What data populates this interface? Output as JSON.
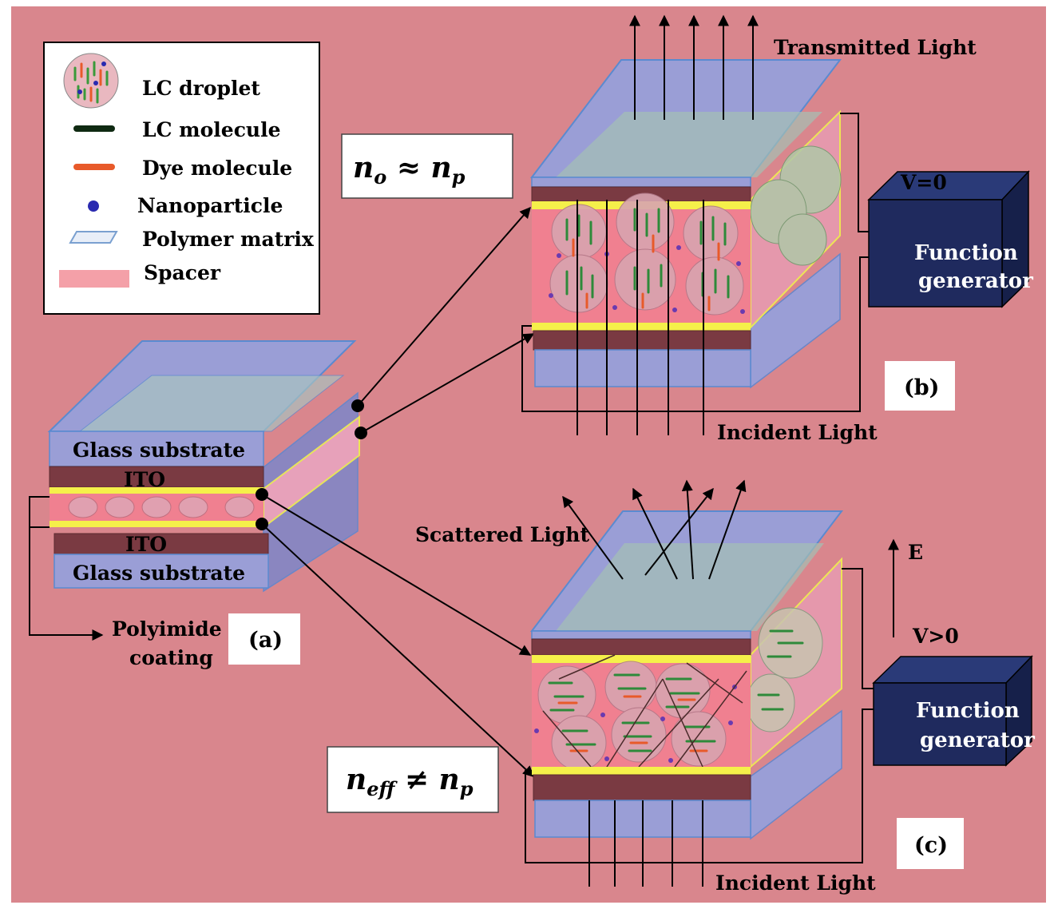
{
  "legend": {
    "items": [
      {
        "id": "lc-droplet",
        "label": "LC droplet"
      },
      {
        "id": "lc-molecule",
        "label": "LC molecule"
      },
      {
        "id": "dye-molecule",
        "label": "Dye molecule"
      },
      {
        "id": "nanoparticle",
        "label": "Nanoparticle"
      },
      {
        "id": "polymer-matrix",
        "label": "Polymer matrix"
      },
      {
        "id": "spacer",
        "label": "Spacer"
      }
    ]
  },
  "cell_a": {
    "glass_top": "Glass substrate",
    "ito_top": "ITO",
    "ito_bottom": "ITO",
    "glass_bottom": "Glass substrate",
    "polyimide_line1": "Polyimide",
    "polyimide_line2": "coating",
    "panel_label": "(a)"
  },
  "cell_b": {
    "transmitted": "Transmitted Light",
    "incident": "Incident Light",
    "voltage": "V=0",
    "fg_line1": "Function",
    "fg_line2": "generator",
    "panel_label": "(b)",
    "eq": {
      "n": "n",
      "sub1": "o",
      "rel": " ≈ ",
      "sub2": "p"
    }
  },
  "cell_c": {
    "scattered": "Scattered Light",
    "incident": "Incident Light",
    "field": "E",
    "voltage": "V>0",
    "fg_line1": "Function",
    "fg_line2": "generator",
    "panel_label": "(c)",
    "eq": {
      "n": "n",
      "sub1": "eff",
      "rel": " ≠ ",
      "sub2": "p"
    }
  },
  "colors": {
    "background": "#d9868d",
    "glass": "#9a9ed6",
    "ito": "#7a3a42",
    "polyimide": "#f5f04a",
    "lc_layer": "#f08090",
    "function_generator": "#1f2a5e"
  }
}
